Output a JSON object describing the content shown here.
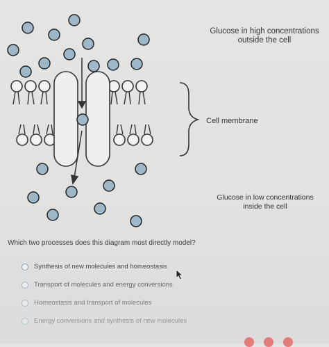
{
  "labels": {
    "high_line1": "Glucose in high concentrations",
    "high_line2": "outside the cell",
    "membrane": "Cell membrane",
    "low_line1": "Glucose in low concentrations",
    "low_line2": "inside the cell"
  },
  "question": "Which two processes does this diagram most directly model?",
  "options": [
    "Synthesis of new molecules and homeostasis",
    "Transport of molecules and energy conversions",
    "Homeostasis and transport of molecules",
    "Energy conversions and synthesis of new molecules"
  ],
  "colors": {
    "molecule": "#9fb8c9",
    "line": "#333333",
    "radio": "#8aa9c8"
  }
}
